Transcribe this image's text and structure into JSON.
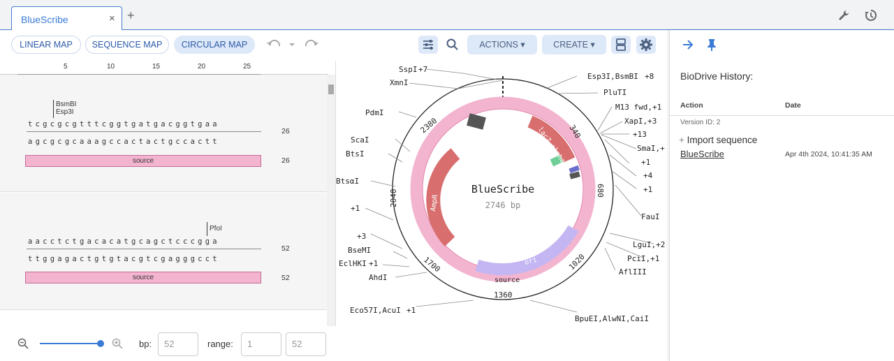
{
  "tab": {
    "title": "BlueScribe",
    "close": "×",
    "add": "+"
  },
  "toolbar": {
    "views": [
      "LINEAR MAP",
      "SEQUENCE MAP",
      "CIRCULAR MAP"
    ],
    "active_view": "CIRCULAR MAP",
    "actions": "ACTIONS",
    "create": "CREATE"
  },
  "ruler": {
    "ticks": [
      "5",
      "10",
      "15",
      "20",
      "25"
    ]
  },
  "rows": [
    {
      "enzymes": [
        "BsmBI",
        "Esp3I"
      ],
      "top": "tcgcgcgtttcggtgatgacggtgaa",
      "bottom": "agcgcgcaaagccactactgccactt",
      "top_num": "26",
      "bottom_num": "26",
      "feature": "source"
    },
    {
      "enzymes": [
        "PfoI"
      ],
      "top": "aacctctgacacatgcagctcccgga",
      "bottom": "ttggagactgtgtacgtcgagggcct",
      "top_num": "52",
      "bottom_num": "52",
      "feature": "source"
    }
  ],
  "circular": {
    "name": "BlueScribe",
    "length": "2746 bp",
    "ticks": [
      "340",
      "680",
      "1020",
      "1360",
      "1700",
      "2040",
      "2380"
    ],
    "features": [
      "lacZ-alpha",
      "AmpR",
      "ori",
      "source"
    ],
    "left_labels": [
      "SspI",
      "+7",
      "XmnI",
      "PdmI",
      "ScaI",
      "BtsI",
      "BtsαI",
      "+1",
      "+3",
      "BseMI",
      "EclHKI",
      "+1",
      "AhdI",
      "Eco57I,AcuI",
      "+1"
    ],
    "right_labels": [
      "Esp3I,BsmBI",
      "+8",
      "PluTI",
      "M13 fwd,+1",
      "XapI,+3",
      "+13",
      "SmaI,+",
      "+1",
      "+4",
      "+1",
      "FauI",
      "LguI,+2",
      "PciI,+1",
      "AflIII",
      "BpuEI,AlwNI,CaiI"
    ]
  },
  "footer": {
    "bp_label": "bp:",
    "bp_value": "52",
    "range_label": "range:",
    "range_start": "1",
    "range_end": "52"
  },
  "panel": {
    "title": "BioDrive History:",
    "col_action": "Action",
    "col_date": "Date",
    "version": "Version ID: 2",
    "import_label": "Import sequence",
    "link": "BlueScribe",
    "date": "Apr 4th 2024, 10:41:35 AM"
  },
  "colors": {
    "accent": "#3a7bd5",
    "source": "#f3b4cf",
    "ampr": "#d86e6e",
    "ori": "#c4b6f3"
  }
}
